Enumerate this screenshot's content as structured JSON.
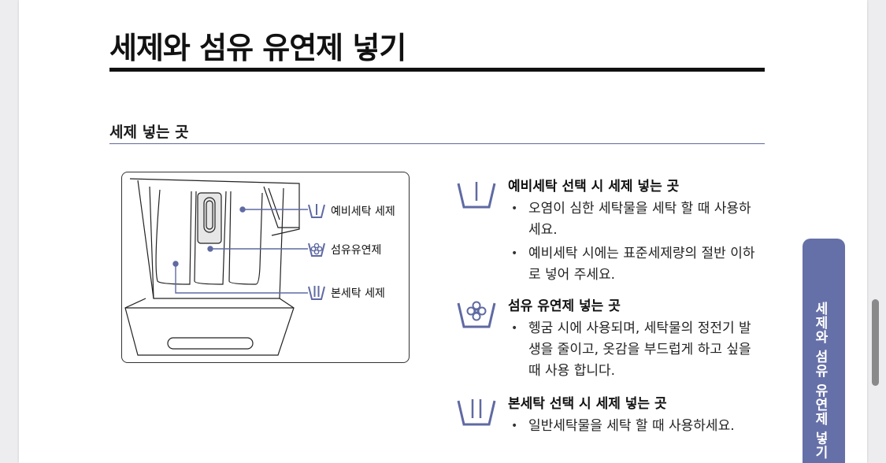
{
  "page": {
    "title": "세제와 섬유 유연제 넣기",
    "section_title": "세제 넣는 곳"
  },
  "diagram": {
    "labels": [
      {
        "icon": "prewash-icon",
        "text": "예비세탁 세제"
      },
      {
        "icon": "softener-icon",
        "text": "섬유유연제"
      },
      {
        "icon": "mainwash-icon",
        "text": "본세탁 세제"
      }
    ]
  },
  "items": [
    {
      "icon": "prewash-icon",
      "title": "예비세탁 선택 시 세제 넣는 곳",
      "bullets": [
        "오염이 심한 세탁물을 세탁 할 때 사용하세요.",
        "예비세탁 시에는 표준세제량의 절반 이하로 넣어 주세요."
      ]
    },
    {
      "icon": "softener-icon",
      "title": "섬유 유연제 넣는 곳",
      "bullets": [
        "헹굼 시에 사용되며, 세탁물의 정전기 발생을 줄이고, 옷감을 부드럽게 하고 싶을 때 사용 합니다."
      ]
    },
    {
      "icon": "mainwash-icon",
      "title": "본세탁 선택 시 세제 넣는 곳",
      "bullets": [
        "일반세탁물을 세탁 할 때 사용하세요."
      ]
    }
  ],
  "side_tab": {
    "label": "세제와 섬유 유연제 넣기"
  },
  "colors": {
    "accent": "#6670a8",
    "rule": "#111111",
    "icon": "#5f6aa3"
  }
}
